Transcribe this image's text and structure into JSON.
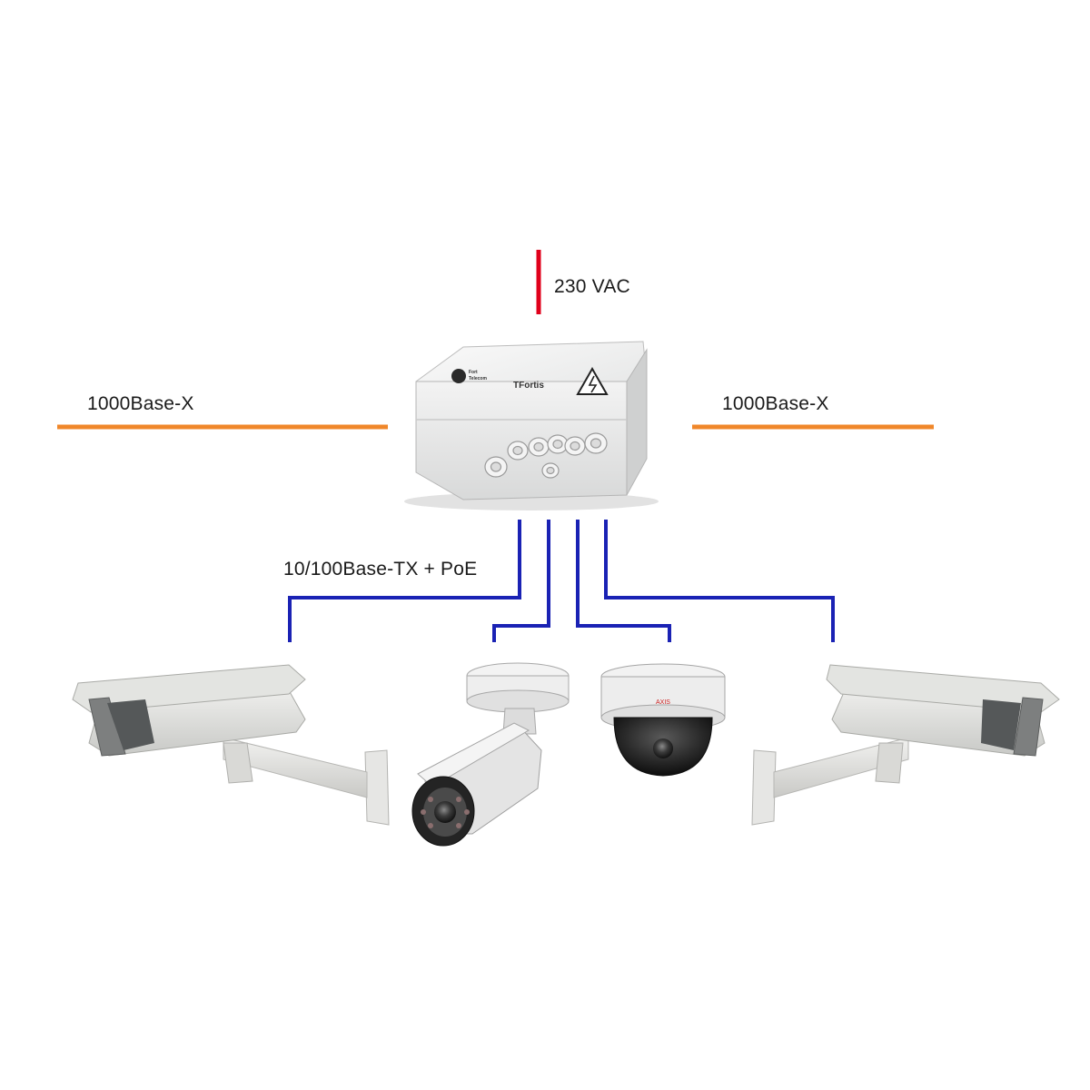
{
  "labels": {
    "power": "230 VAC",
    "uplink_left": "1000Base-X",
    "uplink_right": "1000Base-X",
    "access": "10/100Base-TX + PoE"
  },
  "switch": {
    "brand": "TFortis",
    "vendor_line1": "Fort",
    "vendor_line2": "Telecom",
    "warning_symbol": "high-voltage-icon"
  },
  "camera_logo": "AXIS",
  "colors": {
    "power_line": "#e0001b",
    "uplink_line": "#f0872a",
    "access_line": "#1a22b4",
    "text": "#1a1a1a",
    "enclosure": "#e9eaea",
    "housing": "#dadbd8"
  }
}
